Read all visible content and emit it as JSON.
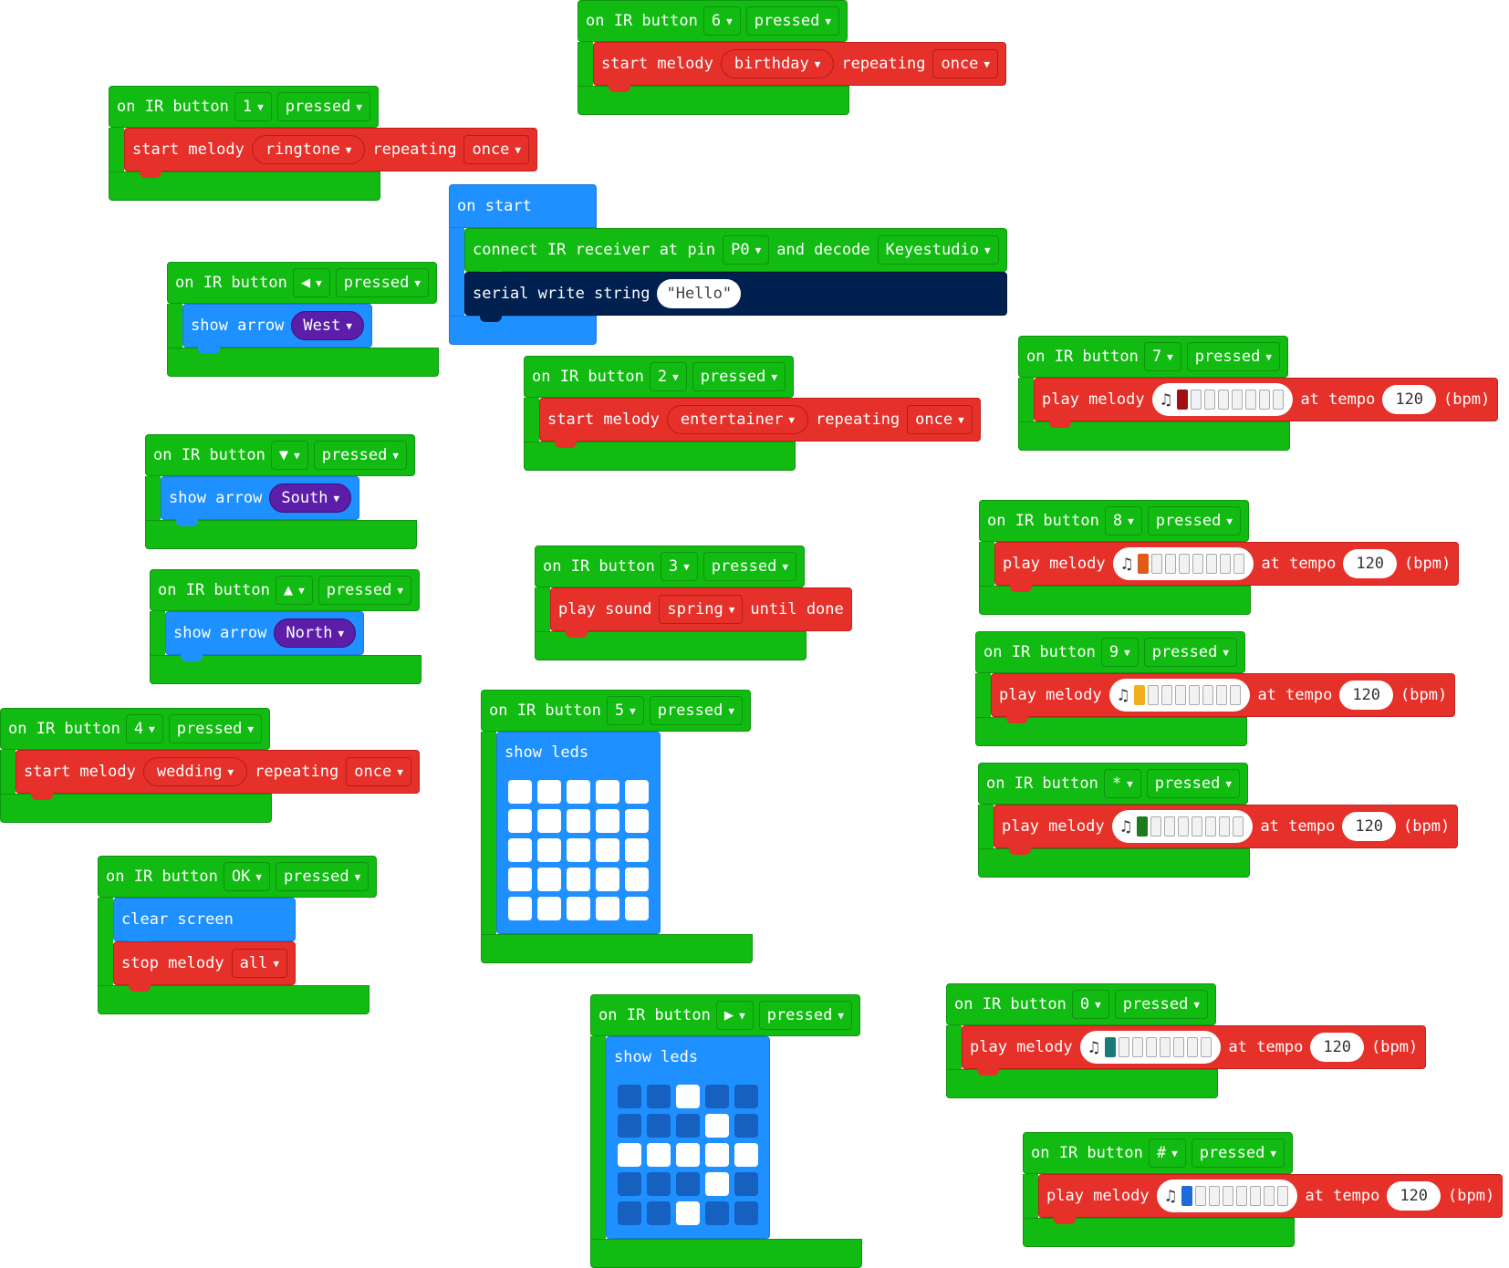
{
  "labels": {
    "on_ir_button": "on IR button",
    "pressed": "pressed",
    "start_melody": "start melody",
    "repeating": "repeating",
    "once": "once",
    "show_arrow": "show arrow",
    "play_melody": "play melody",
    "at_tempo": "at tempo",
    "bpm": "(bpm)",
    "play_sound": "play sound",
    "until_done": "until done",
    "show_leds": "show leds",
    "clear_screen": "clear screen",
    "stop_melody": "stop melody",
    "on_start": "on start",
    "connect_ir": "connect IR receiver at pin",
    "and_decode": "and decode",
    "serial_write": "serial write string"
  },
  "on_start": {
    "pin": "P0",
    "decoder": "Keyestudio",
    "string": "\"Hello\""
  },
  "buttons": {
    "b6": {
      "key": "6",
      "melody": "birthday"
    },
    "b1": {
      "key": "1",
      "melody": "ringtone"
    },
    "bleft": {
      "key": "◀",
      "direction": "West"
    },
    "b2": {
      "key": "2",
      "melody": "entertainer"
    },
    "bdown": {
      "key": "▼",
      "direction": "South"
    },
    "bup": {
      "key": "▲",
      "direction": "North"
    },
    "b3": {
      "key": "3",
      "sound": "spring"
    },
    "b4": {
      "key": "4",
      "melody": "wedding"
    },
    "b5": {
      "key": "5"
    },
    "bok": {
      "key": "OK",
      "stop_mode": "all"
    },
    "bright": {
      "key": "▶"
    },
    "b7": {
      "key": "7",
      "tempo": "120",
      "color": "#a01010"
    },
    "b8": {
      "key": "8",
      "tempo": "120",
      "color": "#e05a1a"
    },
    "b9": {
      "key": "9",
      "tempo": "120",
      "color": "#f2b01e"
    },
    "bstar": {
      "key": "*",
      "tempo": "120",
      "color": "#1e7a1e"
    },
    "b0": {
      "key": "0",
      "tempo": "120",
      "color": "#1a7a7a"
    },
    "bhash": {
      "key": "#",
      "tempo": "120",
      "color": "#1e6ad8"
    }
  },
  "leds_b5": [
    [
      0,
      0,
      0,
      0,
      0
    ],
    [
      0,
      0,
      0,
      0,
      0
    ],
    [
      0,
      0,
      0,
      0,
      0
    ],
    [
      0,
      0,
      0,
      0,
      0
    ],
    [
      0,
      0,
      0,
      0,
      0
    ]
  ],
  "leds_bright": [
    [
      0,
      0,
      1,
      0,
      0
    ],
    [
      0,
      0,
      0,
      1,
      0
    ],
    [
      1,
      1,
      1,
      1,
      1
    ],
    [
      0,
      0,
      0,
      1,
      0
    ],
    [
      0,
      0,
      1,
      0,
      0
    ]
  ],
  "colors": {
    "event_green": "#11bb11",
    "music_red": "#e6302a",
    "basic_blue": "#1e90ff",
    "led_purple": "#5c1ea8",
    "serial_navy": "#002050"
  }
}
